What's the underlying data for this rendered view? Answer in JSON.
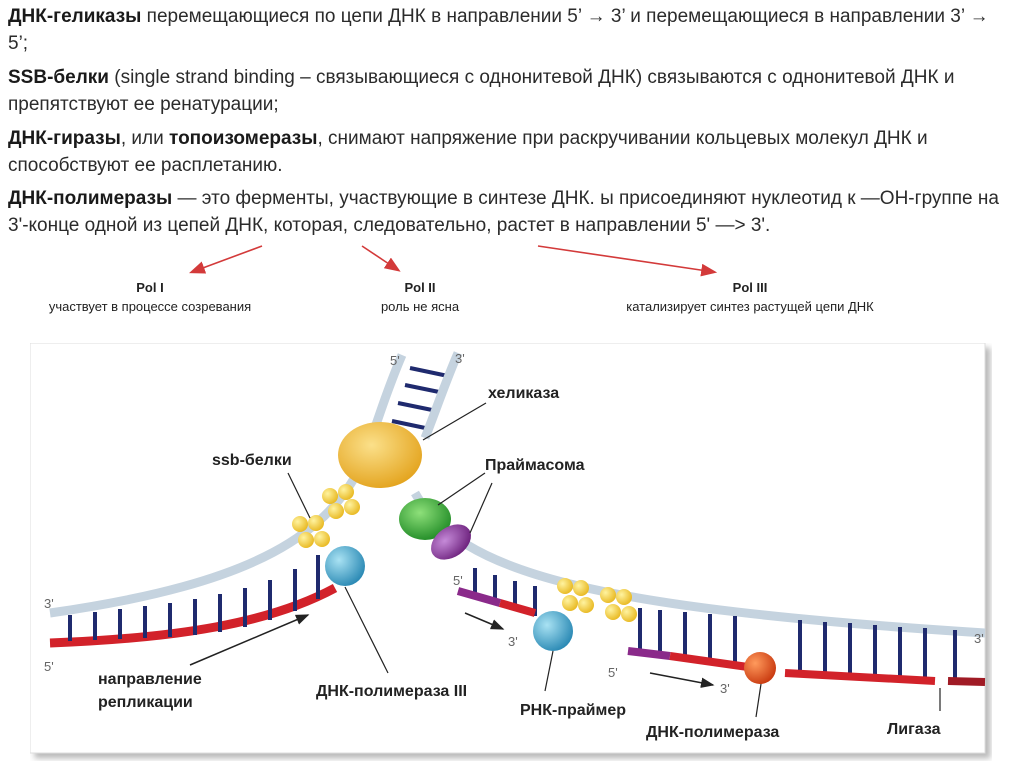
{
  "text": {
    "p1": {
      "term": "ДНК-геликазы",
      "rest": " перемещающиеся по цепи ДНК в направлении 5’ → 3’ и перемещающиеся в направлении 3’ → 5’;"
    },
    "p2": {
      "term": "SSB-белки",
      "rest": " (single strand binding – связывающиеся с однонитевой ДНК) связываются с однонитевой ДНК и препятствуют ее ренатурации;"
    },
    "p3": {
      "term1": "ДНК-гиразы",
      "mid": ", или ",
      "term2": "топоизомеразы",
      "rest": ", снимают напряжение при раскручивании кольцевых молекул ДНК и способствуют ее расплетанию."
    },
    "p4": {
      "term": "ДНК-полимеразы",
      "rest": " — это ферменты, участвующие в синтезе ДНК. ы присоединяют нуклеотид к —ОН-группе на 3'-конце одной из цепей ДНК, которая, следовательно, растет в направлении 5' —> 3'."
    }
  },
  "polymerases": [
    {
      "title": "Pol I",
      "desc": "участвует в процессе созревания"
    },
    {
      "title": "Pol II",
      "desc": "роль не ясна"
    },
    {
      "title": "Pol III",
      "desc": "катализирует синтез растущей цепи ДНК"
    }
  ],
  "figure": {
    "labels": {
      "helicase": "хеликаза",
      "ssb": "ssb-белки",
      "primasome": "Праймасома",
      "direction_1": "направление",
      "direction_2": "репликации",
      "pol3": "ДНК-полимераза III",
      "primer": "РНК-праймер",
      "polymerase": "ДНК-полимераза",
      "ligase": "Лигаза"
    },
    "ends": {
      "five": "5'",
      "three": "3'"
    },
    "colors": {
      "strand": "#c5d3df",
      "new_strand": "#d2222a",
      "rna_primer": "#8a2a8a",
      "rungs": "#1f2a6e",
      "helicase": "#e9a91c",
      "primase": "#2f9a2c",
      "ssb": "#f2d23c",
      "pol3": "#3da4c9",
      "pol": "#e05a1e",
      "arrow": "#d33a3a"
    }
  }
}
